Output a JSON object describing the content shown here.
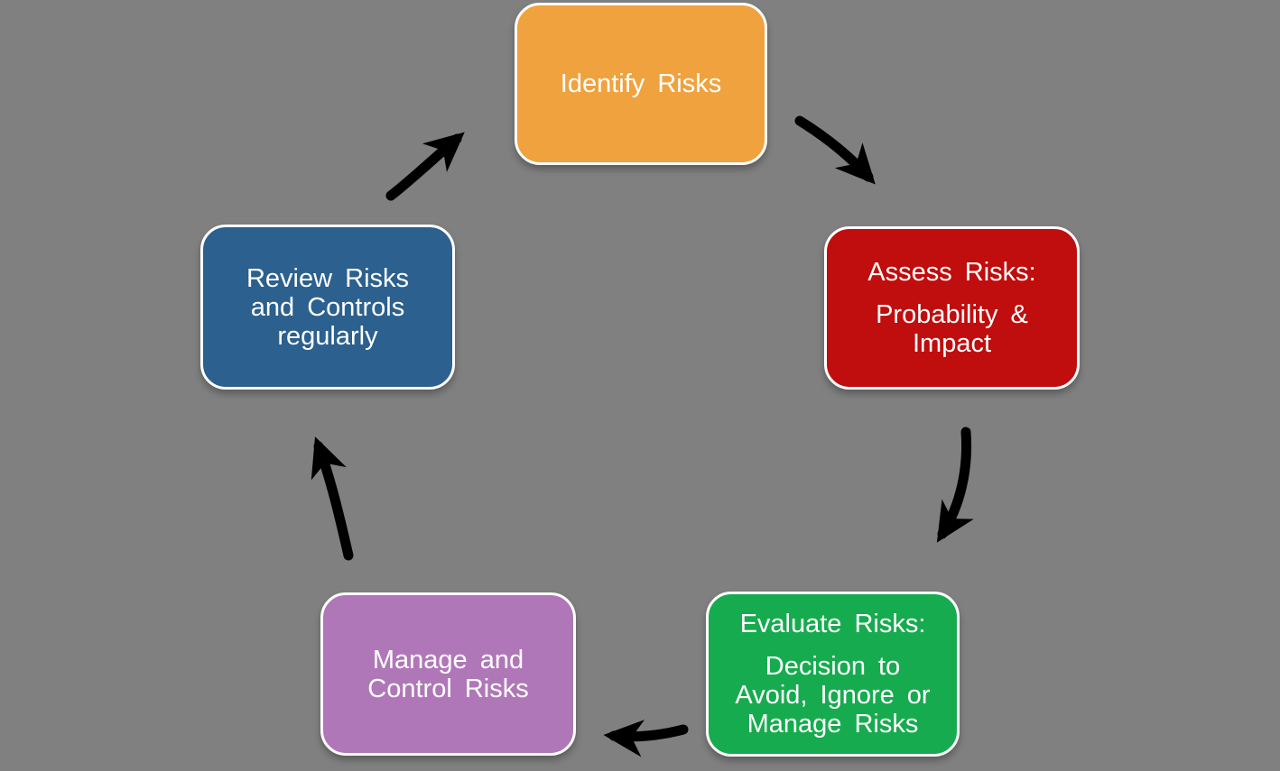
{
  "background": "#808080",
  "arrow_color": "#000000",
  "nodes": {
    "identify": {
      "color": "#F0A23E",
      "lines": [
        "Identify Risks"
      ]
    },
    "assess": {
      "color": "#C00D0D",
      "title": "Assess Risks:",
      "detail": [
        "Probability &",
        "Impact"
      ]
    },
    "evaluate": {
      "color": "#17AB4F",
      "title": "Evaluate Risks:",
      "detail": [
        "Decision to",
        "Avoid, Ignore or",
        "Manage Risks"
      ]
    },
    "manage": {
      "color": "#B077B8",
      "lines": [
        "Manage and",
        "Control Risks"
      ]
    },
    "review": {
      "color": "#2C608E",
      "lines": [
        "Review Risks",
        "and Controls",
        "regularly"
      ]
    }
  }
}
